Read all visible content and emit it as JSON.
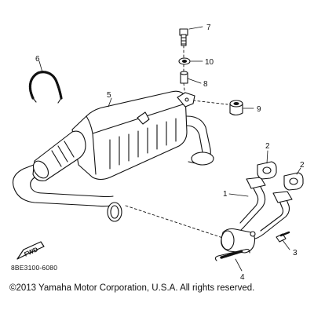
{
  "diagram": {
    "callouts": [
      "1",
      "2",
      "2",
      "3",
      "4",
      "5",
      "6",
      "7",
      "8",
      "9",
      "10"
    ],
    "fwd_label": "FWD",
    "reference_code": "8BE3100-6080",
    "copyright": "©2013 Yamaha Motor Corporation, U.S.A. All rights reserved."
  }
}
